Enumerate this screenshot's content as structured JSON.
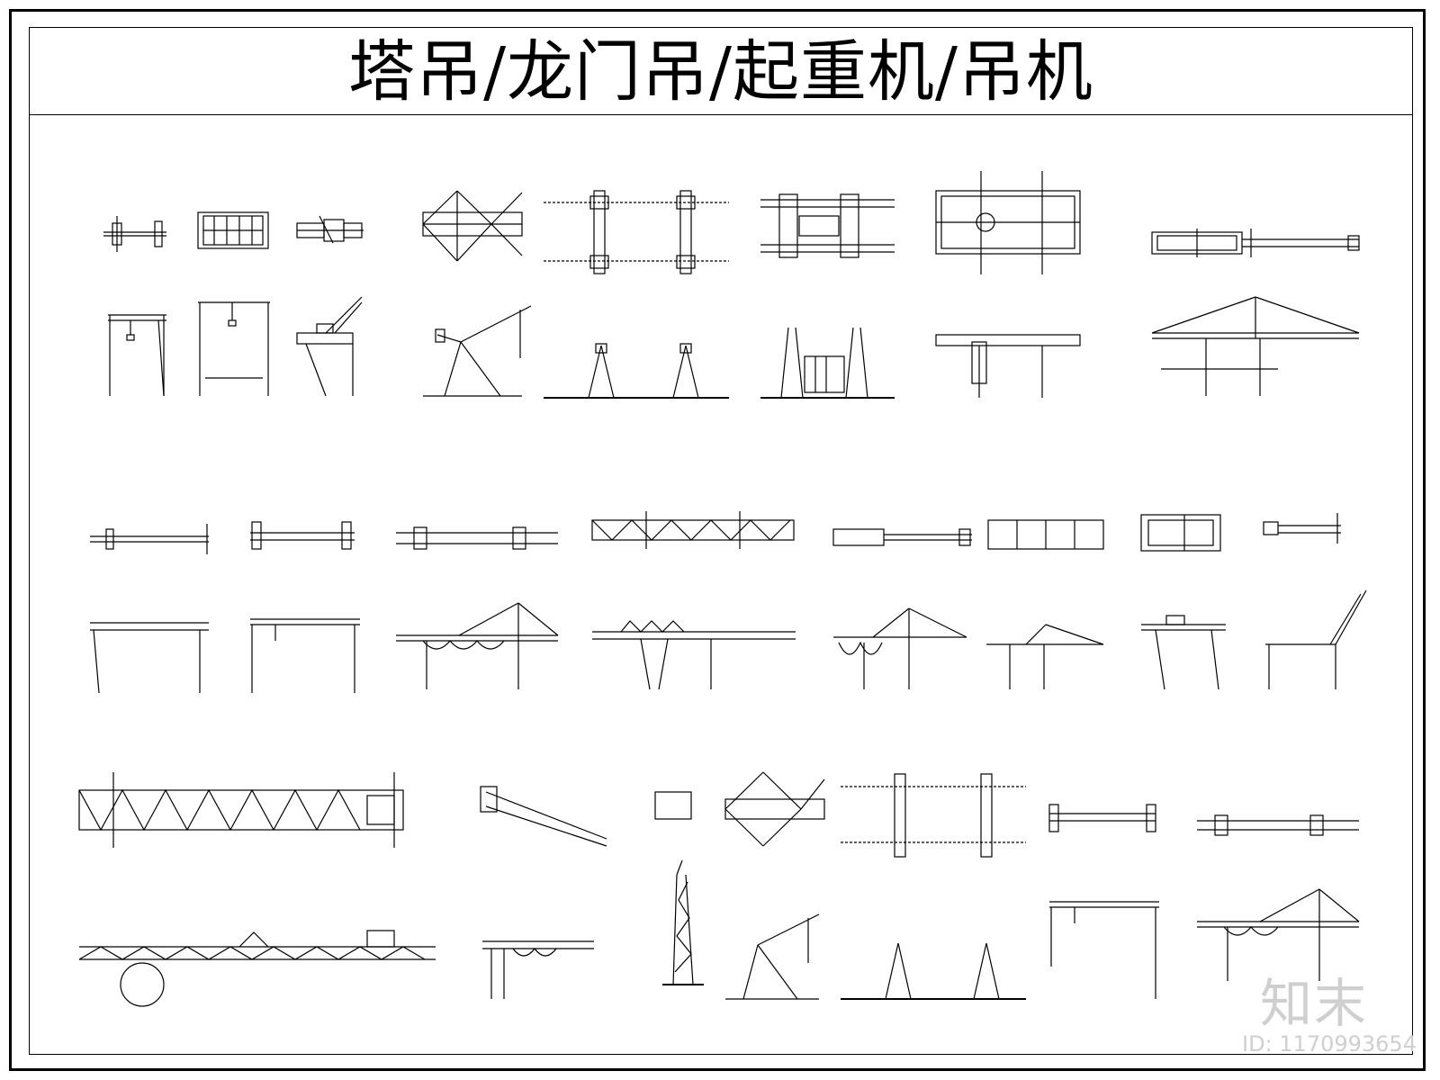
{
  "title": "塔吊/龙门吊/起重机/吊机",
  "watermark": {
    "logo": "知末",
    "id_label": "ID: 1170993654"
  },
  "colors": {
    "line": "#000000",
    "background": "#ffffff",
    "watermark": "#cfcfcf"
  }
}
